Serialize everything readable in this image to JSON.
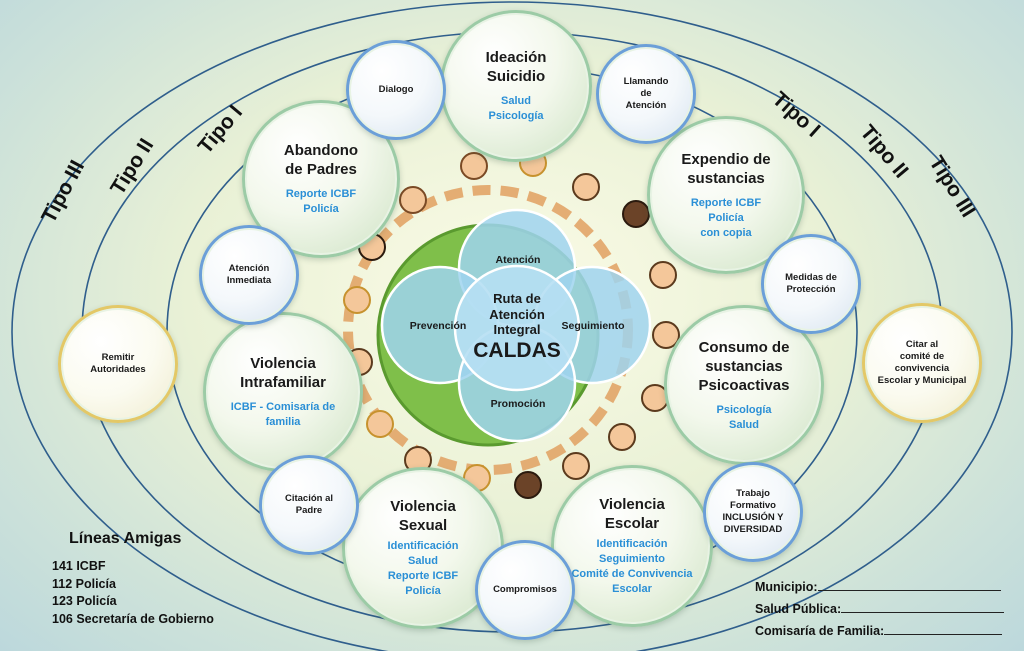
{
  "tipos_left": [
    "Tipo III",
    "Tipo II",
    "Tipo I"
  ],
  "tipos_right": [
    "Tipo I",
    "Tipo II",
    "Tipo III"
  ],
  "center": {
    "line1": "Ruta de",
    "line2": "Atención",
    "line3": "Integral",
    "main": "CALDAS",
    "petals": {
      "top": "Atención",
      "left": "Prevención",
      "right": "Seguimiento",
      "bottom": "Promoción"
    }
  },
  "big_bubbles": {
    "ideacion": {
      "title": [
        "Ideación",
        "Suicidio"
      ],
      "detail": [
        "Salud",
        "Psicología"
      ]
    },
    "abandono": {
      "title": [
        "Abandono",
        "de Padres"
      ],
      "detail": [
        "Reporte ICBF",
        "Policía"
      ]
    },
    "expendio": {
      "title": [
        "Expendio de",
        "sustancias"
      ],
      "detail": [
        "Reporte ICBF",
        "Policía",
        "con copia"
      ]
    },
    "violencia_intra": {
      "title": [
        "Violencia",
        "Intrafamiliar"
      ],
      "detail": [
        "ICBF - Comisaría de",
        "familia"
      ]
    },
    "consumo": {
      "title": [
        "Consumo de",
        "sustancias",
        "Psicoactivas"
      ],
      "detail": [
        "Psicología",
        "Salud"
      ]
    },
    "violencia_sexual": {
      "title": [
        "Violencia",
        "Sexual"
      ],
      "detail": [
        "Identificación",
        "Salud",
        "Reporte ICBF",
        "Policía"
      ]
    },
    "violencia_escolar": {
      "title": [
        "Violencia",
        "Escolar"
      ],
      "detail": [
        "Identificación",
        "Seguimiento",
        "Comité de Convivencia",
        "Escolar"
      ]
    }
  },
  "small_bubbles": {
    "dialogo": [
      "Dialogo"
    ],
    "llamando": [
      "Llamando",
      "de",
      "Atención"
    ],
    "atencion_inmediata": [
      "Atención",
      "Inmediata"
    ],
    "medidas": [
      "Medidas de",
      "Protección"
    ],
    "citacion": [
      "Citación al",
      "Padre"
    ],
    "trabajo": [
      "Trabajo",
      "Formativo",
      "INCLUSIÓN Y",
      "DIVERSIDAD"
    ],
    "compromisos": [
      "Compromisos"
    ],
    "remitir": [
      "Remitir",
      "Autoridades"
    ],
    "citar": [
      "Citar al",
      "comité de",
      "convivencia",
      "Escolar y Municipal"
    ]
  },
  "lineas_amigas": {
    "title": "Líneas Amigas",
    "items": [
      "141 ICBF",
      "112 Policía",
      "123 Policía",
      "106 Secretaría de Gobierno"
    ]
  },
  "firmas": {
    "municipio": "Municipio:",
    "salud": "Salud Pública:",
    "comisaria": "Comisaría de Familia:"
  },
  "colors": {
    "accent_blue": "#2a8fd6",
    "bubble_green": "#9ccba6",
    "bubble_blue": "#6b9fd8",
    "bubble_yellow": "#e3c867",
    "petal_blue": "#9fd3ef"
  }
}
